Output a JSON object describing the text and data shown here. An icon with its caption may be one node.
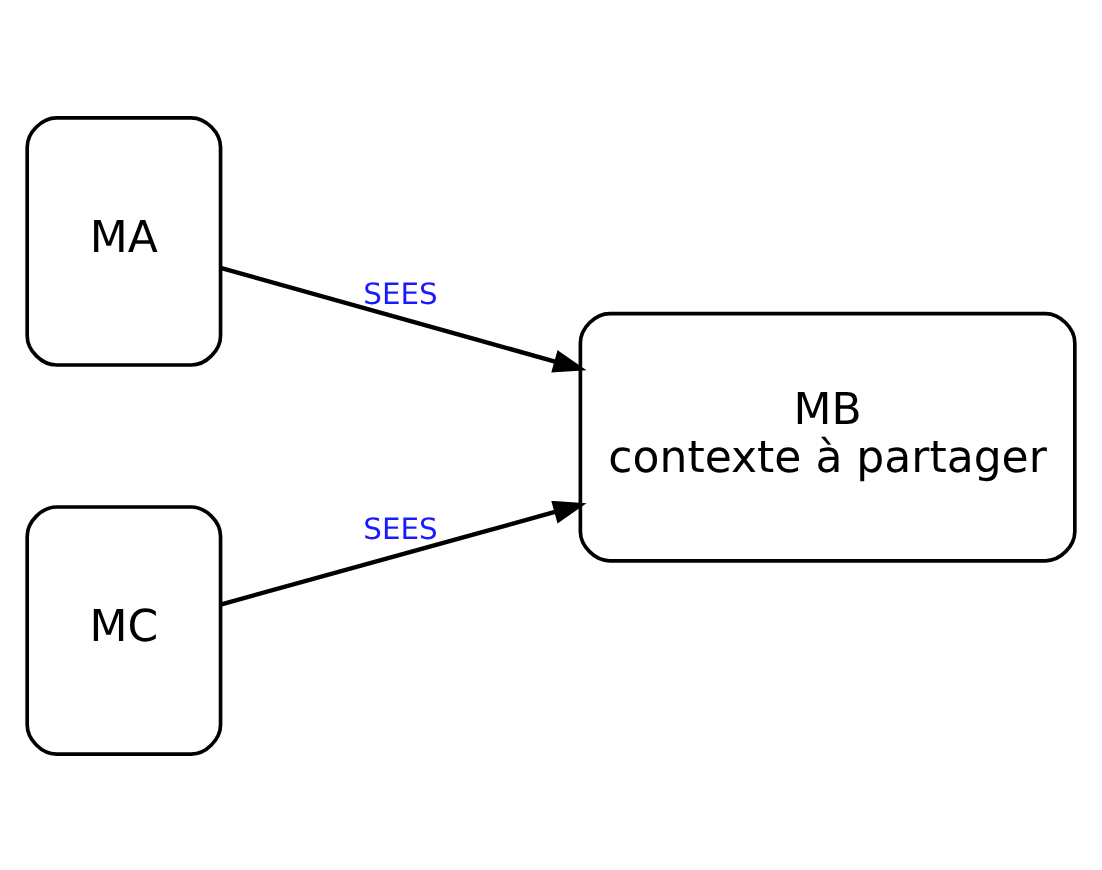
{
  "diagram": {
    "nodes": [
      {
        "text": [
          "MA"
        ]
      },
      {
        "text": [
          "MB",
          "contexte à partager"
        ]
      },
      {
        "text": [
          "MC"
        ]
      }
    ],
    "edges": [
      {
        "from": 0,
        "to": 1,
        "arrow": "to",
        "label": "SEES"
      },
      {
        "from": 2,
        "to": 1,
        "arrow": "to",
        "label": "SEES"
      }
    ]
  }
}
